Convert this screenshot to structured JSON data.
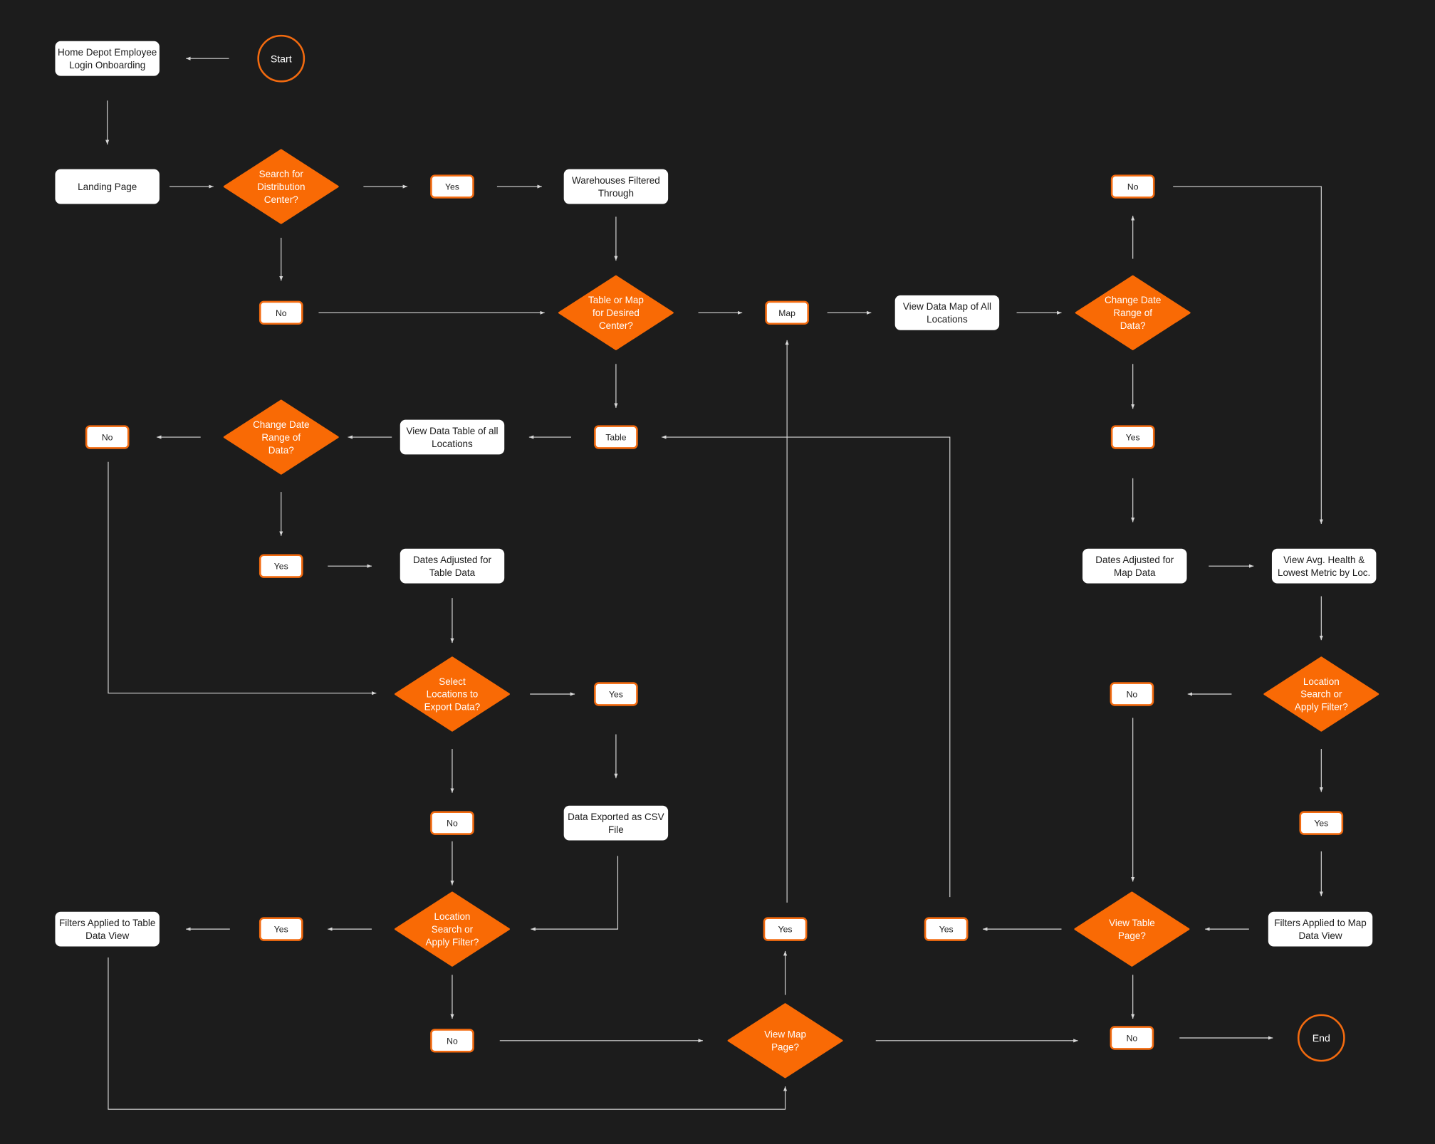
{
  "colors": {
    "background": "#1c1c1c",
    "accent": "#f96a05",
    "box": "#ffffff",
    "line": "#d8d8d8"
  },
  "terminals": {
    "start": "Start",
    "end": "End"
  },
  "steps": {
    "login": [
      "Home Depot Employee",
      "Login Onboarding"
    ],
    "landing": [
      "Landing Page"
    ],
    "warehouses": [
      "Warehouses Filtered",
      "Through"
    ],
    "view_map": [
      "View Data Map of All",
      "Locations"
    ],
    "view_table": [
      "View Data Table of all",
      "Locations"
    ],
    "dates_table": [
      "Dates Adjusted for",
      "Table Data"
    ],
    "dates_map": [
      "Dates Adjusted for",
      "Map Data"
    ],
    "avg_health": [
      "View Avg. Health &",
      "Lowest Metric by Loc."
    ],
    "csv": [
      "Data Exported as CSV",
      "File"
    ],
    "filters_table": [
      "Filters Applied to Table",
      "Data View"
    ],
    "filters_map": [
      "Filters Applied to Map",
      "Data View"
    ]
  },
  "decisions": {
    "search_dc": [
      "Search for",
      "Distribution",
      "Center?"
    ],
    "table_or_map": [
      "Table or Map",
      "for Desired",
      "Center?"
    ],
    "change_date_map": [
      "Change Date",
      "Range of",
      "Data?"
    ],
    "change_date_table": [
      "Change Date",
      "Range of",
      "Data?"
    ],
    "export": [
      "Select",
      "Locations to",
      "Export Data?"
    ],
    "filter_map": [
      "Location",
      "Search or",
      "Apply Filter?"
    ],
    "filter_table": [
      "Location",
      "Search or",
      "Apply Filter?"
    ],
    "view_table_page": [
      "View Table",
      "Page?"
    ],
    "view_map_page": [
      "View Map",
      "Page?"
    ]
  },
  "answers": {
    "a1": "Yes",
    "a2": "No",
    "a3": "Map",
    "a4": "No",
    "a5": "Table",
    "a6": "No",
    "a7": "Yes",
    "a8": "Yes",
    "a9": "Yes",
    "a10": "No",
    "a11": "No",
    "a12": "Yes",
    "a13": "Yes",
    "a14": "Yes",
    "a15": "Yes",
    "a16": "No",
    "a17": "No"
  }
}
